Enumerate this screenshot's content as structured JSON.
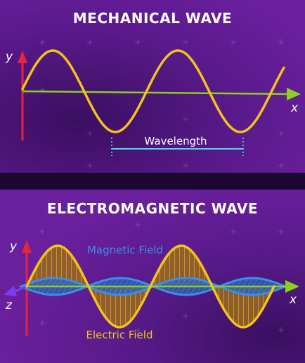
{
  "mechanical": {
    "title": "MECHANICAL WAVE",
    "y_label": "y",
    "x_label": "x",
    "wavelength_label": "Wavelength"
  },
  "electromagnetic": {
    "title": "ELECTROMAGNETIC WAVE",
    "y_label": "y",
    "x_label": "x",
    "z_label": "z",
    "magnetic_label": "Magnetic  Field",
    "electric_label": "Electric  Field"
  },
  "colors": {
    "background": "#4a1378",
    "divider": "#1a0830",
    "wave_yellow": "#f2c419",
    "axis_x_green": "#8ad11c",
    "axis_y_red": "#e8243c",
    "axis_z_purple": "#7a3cf0",
    "magnetic_blue": "#3a8fe8",
    "wavelength_cyan": "#4fd8e0"
  }
}
